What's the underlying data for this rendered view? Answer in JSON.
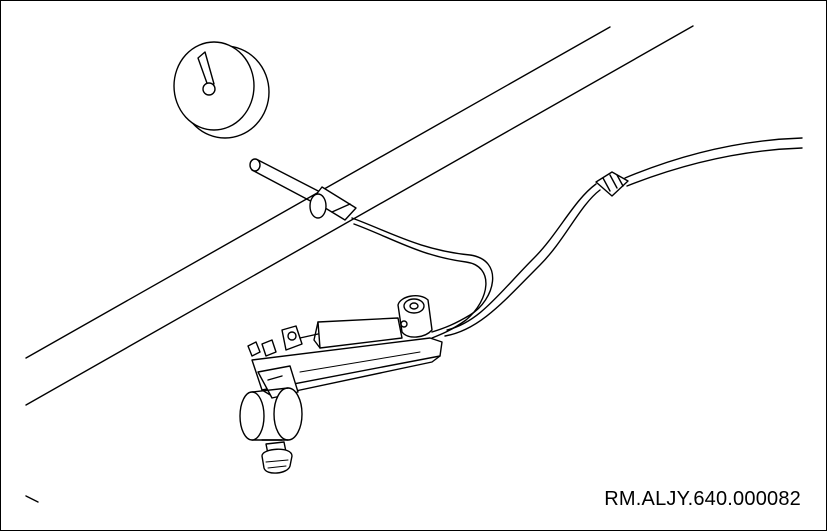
{
  "figure": {
    "reference_code": "RM.ALJY.640.000082",
    "line_color": "#000000",
    "background_color": "#ffffff",
    "parts": [
      {
        "name": "grommet-cap",
        "icon": "grommet-cap-icon"
      },
      {
        "name": "washer-hose",
        "icon": "hose-icon"
      },
      {
        "name": "hose-connector",
        "icon": "connector-icon"
      },
      {
        "name": "washer-nozzle",
        "icon": "nozzle-icon"
      },
      {
        "name": "wiper-motor-assembly",
        "icon": "motor-icon"
      }
    ]
  }
}
